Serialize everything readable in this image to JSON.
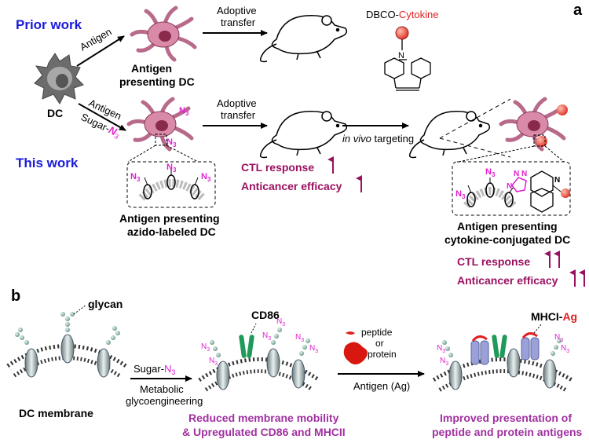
{
  "panel_a": {
    "letter": "a",
    "prior_work": "Prior work",
    "this_work": "This work",
    "dc": "DC",
    "antigen_1": "Antigen",
    "antigen_2": "Antigen",
    "sugar_prefix": "Sugar-",
    "n3": "N",
    "three": "3",
    "adoptive_1": "Adoptive",
    "transfer_1": "transfer",
    "adoptive_2": "Adoptive",
    "transfer_2": "transfer",
    "apdc_line1": "Antigen",
    "apdc_line2": "presenting DC",
    "dbco_prefix": "DBCO-",
    "cytokine": "Cytokine",
    "in_vivo": "in vivo",
    "targeting": " targeting",
    "ctl_1": "CTL response",
    "anticancer_1": "Anticancer efficacy",
    "azido_line1": "Antigen presenting",
    "azido_line2": "azido-labeled DC",
    "cyto_line1": "Antigen presenting",
    "cyto_line2": "cytokine-conjugated DC",
    "ctl_2": "CTL response",
    "anticancer_2": "Anticancer efficacy",
    "n_label": "N"
  },
  "panel_b": {
    "letter": "b",
    "glycan": "glycan",
    "cd86": "CD86",
    "sugar_prefix": "Sugar-",
    "metabolic": "Metabolic",
    "glycoengineering": "glycoengineering",
    "peptide": "peptide",
    "or": "or",
    "protein": "protein",
    "antigen_ag": "Antigen (Ag)",
    "mhci_prefix": "MHCI-",
    "ag": "Ag",
    "dc_membrane": "DC membrane",
    "reduced_line1": "Reduced membrane mobility",
    "reduced_line2": "& Upregulated CD86 and MHCII",
    "improved_line1": "Improved presentation of",
    "improved_line2": "peptide and protein antigens"
  },
  "colors": {
    "blue": "#1a1adb",
    "magenta": "#e020d0",
    "maroon": "#9a1060",
    "purple": "#a030a0",
    "red": "#e02020",
    "dc_gray": "#777777",
    "dc_pink": "#d98aa8",
    "green": "#1f9a5a",
    "lavender": "#9aa0d8"
  }
}
